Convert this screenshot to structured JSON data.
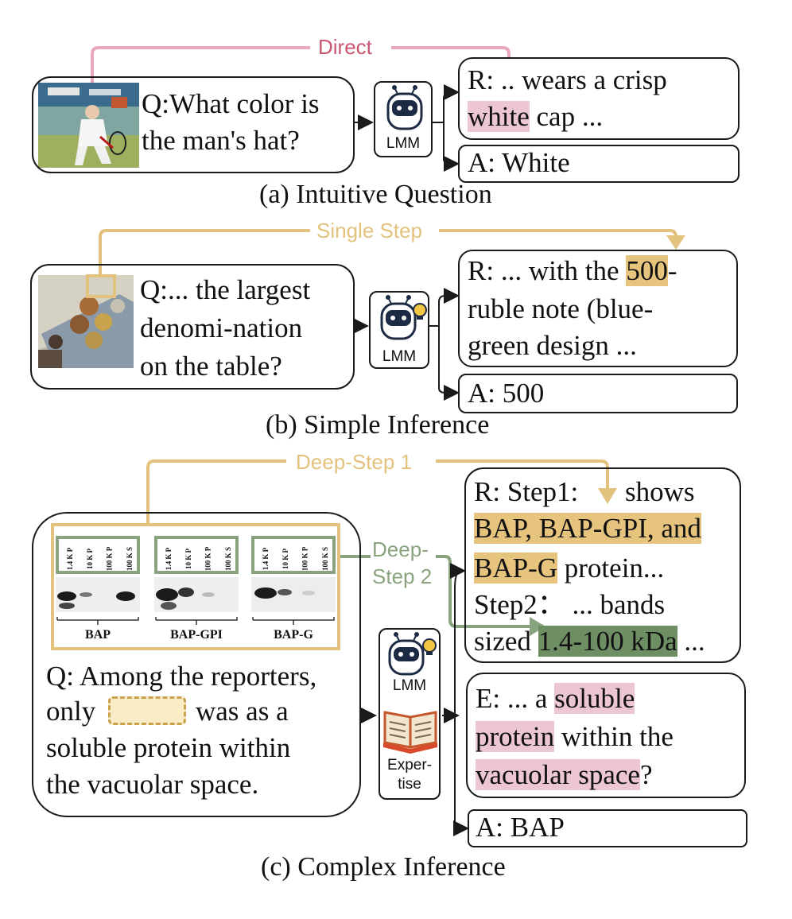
{
  "panel_a": {
    "flow_label": "Direct",
    "question": [
      "Q:What color is",
      "the man's hat?"
    ],
    "model_label": "LMM",
    "reasoning_pre": "R: .. wears a crisp",
    "reasoning_hl": "white",
    "reasoning_post": " cap ...",
    "answer": "A: White",
    "caption": "(a) Intuitive Question"
  },
  "panel_b": {
    "flow_label": "Single Step",
    "question": [
      "Q:... the largest",
      "denomi-nation",
      "on the table?"
    ],
    "model_label": "LMM",
    "reasoning_l1_pre": "R: ... with the ",
    "reasoning_l1_hl": "500",
    "reasoning_l1_post": "-",
    "reasoning_l2": "ruble note (blue-",
    "reasoning_l3": "green design ...",
    "answer": "A: 500",
    "caption": "(b) Simple Inference"
  },
  "panel_c": {
    "flow_label_1": "Deep-Step 1",
    "flow_label_2a": "Deep-",
    "flow_label_2b": "Step 2",
    "blot_lanes": [
      "1.4 K P",
      "10 K P",
      "100 K P",
      "100 K S"
    ],
    "blot_groups": [
      "BAP",
      "BAP-GPI",
      "BAP-G"
    ],
    "question_l1": "Q: Among the reporters,",
    "question_l2a": "only",
    "question_l2b": "was as a",
    "question_l3": "soluble protein within",
    "question_l4": "the vacuolar space.",
    "model_label": "LMM",
    "expertise_label_1": "Exper-",
    "expertise_label_2": "tise",
    "reasoning_l1a": "R: Step1:",
    "reasoning_l1b": "shows",
    "reasoning_l2_hl": "BAP, BAP-GPI, and",
    "reasoning_l3_hl": "BAP-G",
    "reasoning_l3_post": " protein...",
    "reasoning_l4": "Step2：  ...  bands",
    "reasoning_l5_pre": "sized ",
    "reasoning_l5_hl": "1.4-100 kDa",
    "reasoning_l5_post": " ...",
    "expertise_l1_pre": "E: ... a ",
    "expertise_l1_hl": "soluble",
    "expertise_l2_hl": "protein",
    "expertise_l2_post": " within the",
    "expertise_l3_hl": "vacuolar space",
    "expertise_l3_post": "?",
    "answer": "A: BAP",
    "caption": "(c) Complex Inference"
  },
  "colors": {
    "pink": "#e8a6bf",
    "pink_highlight": "#ecc6d4",
    "gold": "#e6c47e",
    "gold_line": "#e3c27d",
    "green": "#8aa37f",
    "green_highlight": "#6e8f63"
  },
  "icons": [
    "robot-icon",
    "lightbulb-icon",
    "book-icon",
    "arrow-icon"
  ]
}
